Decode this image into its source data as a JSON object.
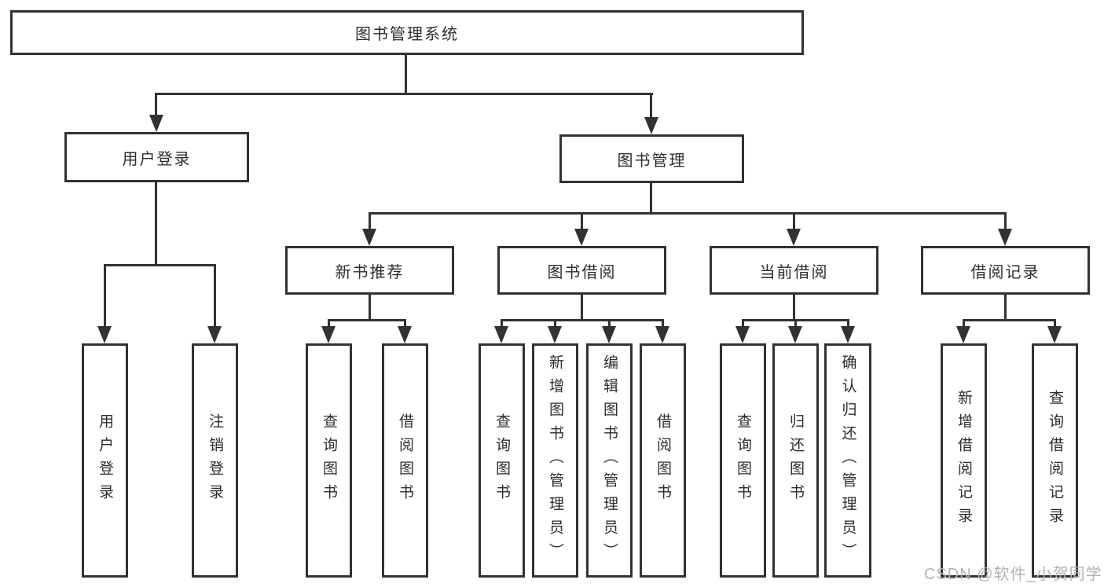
{
  "colors": {
    "line": "#323232",
    "text": "#2d2d2d",
    "watermark": "#b3b3b3",
    "background": "#ffffff"
  },
  "watermark": "CSDN @软件_小贺同学",
  "diagram": {
    "root": "图书管理系统",
    "branches": [
      {
        "label": "用户登录",
        "children": [
          "用户登录",
          "注销登录"
        ]
      },
      {
        "label": "图书管理",
        "sections": [
          {
            "label": "新书推荐",
            "children": [
              "查询图书",
              "借阅图书"
            ]
          },
          {
            "label": "图书借阅",
            "children": [
              "查询图书",
              "新增图书（管理员）",
              "编辑图书（管理员）",
              "借阅图书"
            ]
          },
          {
            "label": "当前借阅",
            "children": [
              "查询图书",
              "归还图书",
              "确认归还（管理员）"
            ]
          },
          {
            "label": "借阅记录",
            "children": [
              "新增借阅记录",
              "查询借阅记录"
            ]
          }
        ]
      }
    ]
  }
}
